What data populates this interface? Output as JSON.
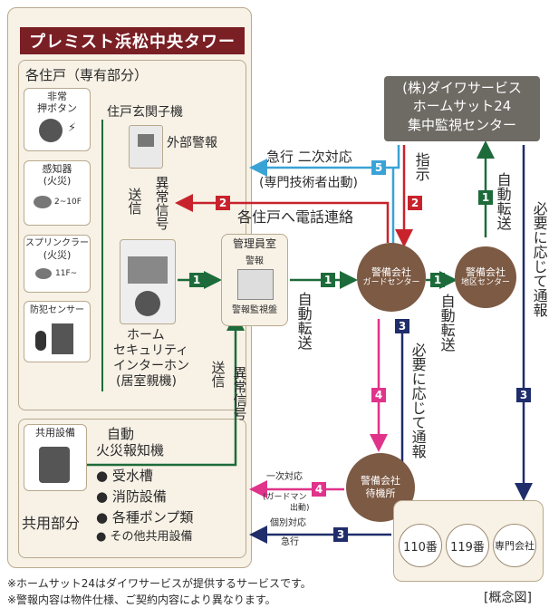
{
  "building_title": "プレミスト浜松中央タワー",
  "units_heading": "各住戸（専有部分）",
  "devices": {
    "emergency_button": [
      "非常",
      "押ボタン"
    ],
    "fire_sensor": [
      "感知器",
      "(火災)"
    ],
    "fire_sensor_floor": "2~10F",
    "sprinkler": [
      "スプリンクラー",
      "(火災)"
    ],
    "sprinkler_floor": "11F~",
    "crime_sensor": "防犯センサー"
  },
  "entrance_unit": "住戸玄関子機",
  "external_alarm": "外部警報",
  "send_label": "送信",
  "abnormal_signal": "異常信号",
  "intercom": [
    "ホーム",
    "セキュリティ",
    "インターホン",
    "(居室親機)"
  ],
  "manager_room": {
    "title": "管理員室",
    "alarm": "警報",
    "panel": "警報監視盤"
  },
  "auto_transfer": "自動転送",
  "common_equipment": {
    "title": "共用設備",
    "device": [
      "自動",
      "火災報知機"
    ]
  },
  "common_area_label": "共用部分",
  "common_items": [
    "受水槽",
    "消防設備",
    "各種ポンプ類",
    "その他共用設備"
  ],
  "hq": [
    "(株)ダイワサービス",
    "ホームサット24",
    "集中監視センター"
  ],
  "guard_center": [
    "警備会社",
    "ガードセンター"
  ],
  "area_center": [
    "警備会社",
    "地区センター"
  ],
  "standby": [
    "警備会社",
    "待機所"
  ],
  "flow_labels": {
    "urgent_secondary": "急行 二次対応",
    "expert_dispatch": "(専門技術者出動)",
    "phone_each_unit": "各住戸へ電話連絡",
    "instruction": "指示",
    "as_needed_report": "必要に応じて通報",
    "first_response": [
      "一次対応",
      "(ガードマン",
      "出動)"
    ],
    "individual_response": [
      "個別対応",
      "急行"
    ]
  },
  "badges": [
    "1",
    "2",
    "3",
    "4",
    "5"
  ],
  "destinations": [
    "110番",
    "119番",
    "専門会社"
  ],
  "footnotes": [
    "※ホームサット24はダイワサービスが提供するサービスです。",
    "※警報内容は物件仕様、ご契約内容により異なります。"
  ],
  "concept_label": "[概念図]",
  "colors": {
    "green": "#1d6b3a",
    "red": "#c8232c",
    "blue": "#3aa3d6",
    "navy": "#1f2d6b",
    "magenta": "#e0338a",
    "brown": "#7d5a44"
  }
}
